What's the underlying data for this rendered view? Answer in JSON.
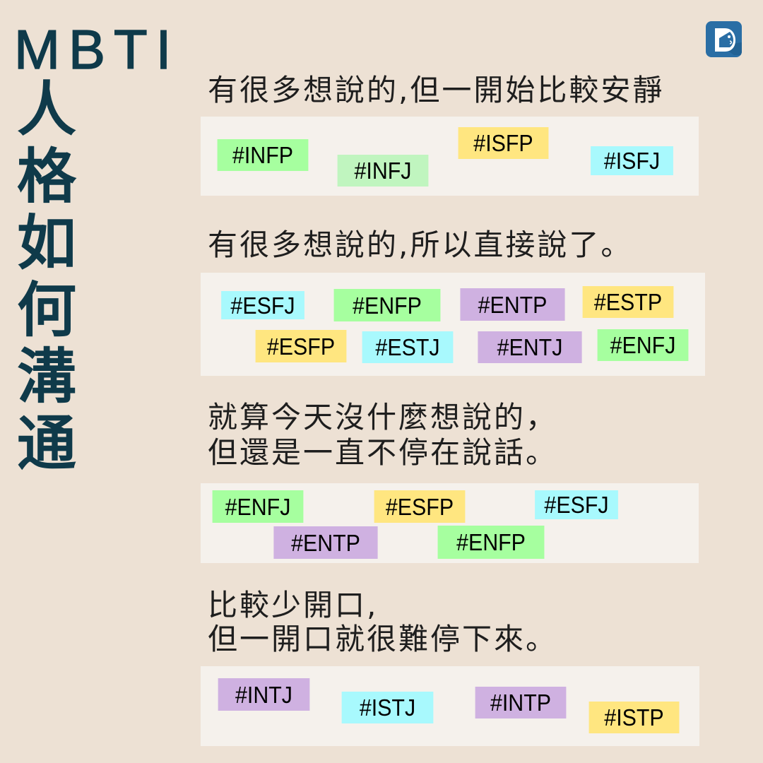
{
  "title": {
    "english": "MBTI",
    "chinese_chars": [
      "人",
      "格",
      "如",
      "何",
      "溝",
      "通"
    ]
  },
  "logo": {
    "icon": "dcard-logo-icon",
    "color": "#2a6ea5"
  },
  "colors": {
    "background": "#ede1d4",
    "panel": "#f5f1ec",
    "title": "#0f3a4a",
    "tag_green": "#a6ff9f",
    "tag_lightgreen": "#c0f5bf",
    "tag_yellow": "#ffe680",
    "tag_cyan": "#a8f9fd",
    "tag_purple": "#cfb1e1"
  },
  "sections": [
    {
      "heading": "有很多想說的,但一開始比較安靜",
      "tags": [
        {
          "label": "#INFP",
          "color": "green"
        },
        {
          "label": "#INFJ",
          "color": "lightgreen"
        },
        {
          "label": "#ISFP",
          "color": "yellow"
        },
        {
          "label": "#ISFJ",
          "color": "cyan"
        }
      ]
    },
    {
      "heading": "有很多想說的,所以直接說了。",
      "tags": [
        {
          "label": "#ESFJ",
          "color": "cyan"
        },
        {
          "label": "#ENFP",
          "color": "green"
        },
        {
          "label": "#ENTP",
          "color": "purple"
        },
        {
          "label": "#ESTP",
          "color": "yellow"
        },
        {
          "label": "#ESFP",
          "color": "yellow"
        },
        {
          "label": "#ESTJ",
          "color": "cyan"
        },
        {
          "label": "#ENTJ",
          "color": "purple"
        },
        {
          "label": "#ENFJ",
          "color": "green"
        }
      ]
    },
    {
      "heading_lines": [
        "就算今天沒什麼想說的，",
        "但還是一直不停在說話。"
      ],
      "tags": [
        {
          "label": "#ENFJ",
          "color": "green"
        },
        {
          "label": "#ESFP",
          "color": "yellow"
        },
        {
          "label": "#ESFJ",
          "color": "cyan"
        },
        {
          "label": "#ENTP",
          "color": "purple"
        },
        {
          "label": "#ENFP",
          "color": "green"
        }
      ]
    },
    {
      "heading_lines": [
        "比較少開口,",
        "但一開口就很難停下來。"
      ],
      "tags": [
        {
          "label": "#INTJ",
          "color": "purple"
        },
        {
          "label": "#ISTJ",
          "color": "cyan"
        },
        {
          "label": "#INTP",
          "color": "purple"
        },
        {
          "label": "#ISTP",
          "color": "yellow"
        }
      ]
    }
  ]
}
